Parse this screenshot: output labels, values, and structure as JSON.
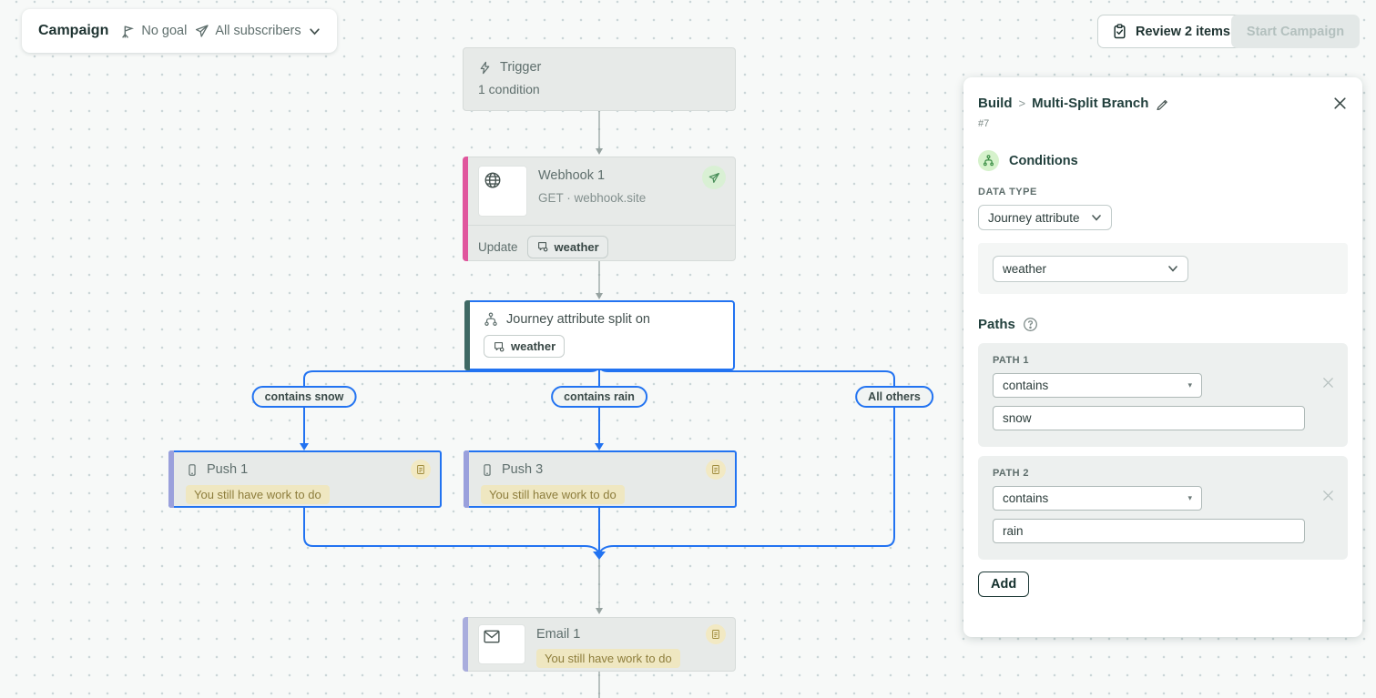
{
  "topbar": {
    "title": "Campaign",
    "goal_label": "No goal",
    "audience_label": "All subscribers"
  },
  "actions": {
    "review_label": "Review 2 items",
    "start_label": "Start Campaign"
  },
  "canvas": {
    "trigger": {
      "title": "Trigger",
      "subtitle": "1 condition"
    },
    "webhook": {
      "title": "Webhook 1",
      "method_line": "GET · webhook.site",
      "action_label": "Update",
      "attribute": "weather"
    },
    "split": {
      "title": "Journey attribute split on",
      "attribute": "weather"
    },
    "branches": [
      {
        "label": "contains snow"
      },
      {
        "label": "contains rain"
      },
      {
        "label": "All others"
      }
    ],
    "pushes": [
      {
        "title": "Push 1",
        "warning": "You still have work to do"
      },
      {
        "title": "Push 3",
        "warning": "You still have work to do"
      }
    ],
    "email": {
      "title": "Email 1",
      "warning": "You still have work to do"
    }
  },
  "panel": {
    "breadcrumb_root": "Build",
    "breadcrumb_separator": ">",
    "title": "Multi-Split Branch",
    "node_id": "#7",
    "section_title": "Conditions",
    "data_type_label": "DATA TYPE",
    "data_type_value": "Journey attribute",
    "attribute_value": "weather",
    "paths_title": "Paths",
    "paths": [
      {
        "label": "PATH 1",
        "operator": "contains",
        "value": "snow"
      },
      {
        "label": "PATH 2",
        "operator": "contains",
        "value": "rain"
      }
    ],
    "add_label": "Add"
  },
  "colors": {
    "accent_blue": "#2273f1",
    "stripe_pink": "#e0569d",
    "stripe_teal": "#3f6964",
    "stripe_purple_push": "#9aa0dc",
    "stripe_purple_email": "#a9addd",
    "node_bg": "#e7eae8",
    "warning_bg": "#efe7c1",
    "warning_text": "#8d7d3c",
    "sent_badge_bg": "#d9f0d4",
    "sent_badge_icon": "#4a8f5a",
    "conditions_badge_bg": "#d6f2cc",
    "conditions_badge_icon": "#3c8f46",
    "ink": "#22403d"
  }
}
